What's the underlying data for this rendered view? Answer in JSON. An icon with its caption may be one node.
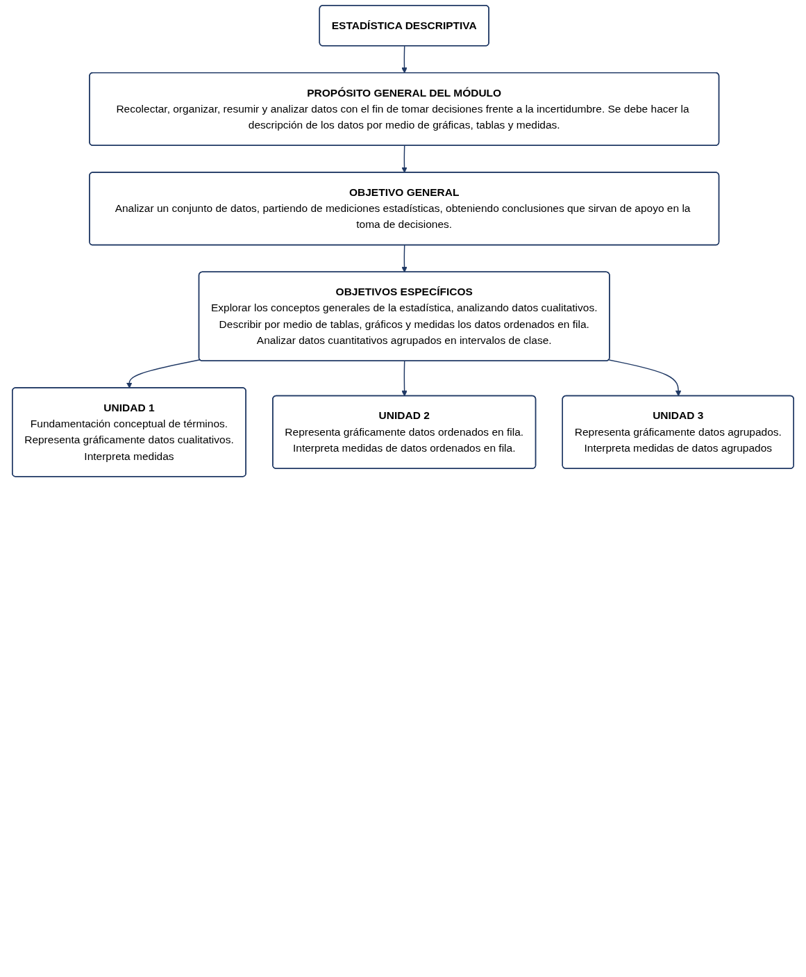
{
  "diagram": {
    "nodes": [
      {
        "text": [
          "ESTADÍSTICA DESCRIPTIVA"
        ]
      },
      {
        "text": [
          "PROPÓSITO GENERAL DEL MÓDULO",
          "Recolectar, organizar, resumir y analizar datos con el fin de tomar decisiones frente a la incertidumbre. Se debe hacer la descripción de los datos por medio de gráficas, tablas y medidas."
        ]
      },
      {
        "text": [
          "OBJETIVO GENERAL",
          "Analizar un conjunto de datos, partiendo de mediciones estadísticas, obteniendo conclusiones que sirvan de apoyo en la toma de decisiones."
        ]
      },
      {
        "text": [
          "OBJETIVOS ESPECÍFICOS",
          "Explorar los conceptos generales de la estadística, analizando datos cualitativos.",
          "Describir por medio de tablas, gráficos y medidas los datos ordenados en fila.",
          "Analizar datos cuantitativos agrupados en intervalos de clase."
        ]
      },
      {
        "text": [
          "UNIDAD 1",
          "Fundamentación conceptual de términos.",
          "Representa gráficamente datos cualitativos.",
          "Interpreta medidas"
        ]
      },
      {
        "text": [
          "UNIDAD 2",
          "Representa gráficamente datos ordenados en fila.",
          "Interpreta medidas de datos ordenados en fila."
        ]
      },
      {
        "text": [
          "UNIDAD 3",
          "Representa gráficamente datos agrupados.",
          "Interpreta medidas de datos agrupados"
        ]
      }
    ],
    "edges": [
      {
        "from": 0,
        "to": 1,
        "arrow": "to"
      },
      {
        "from": 1,
        "to": 2,
        "arrow": "to"
      },
      {
        "from": 2,
        "to": 3,
        "arrow": "to"
      },
      {
        "from": 3,
        "to": 4,
        "arrow": "to"
      },
      {
        "from": 3,
        "to": 5,
        "arrow": "to"
      },
      {
        "from": 3,
        "to": 6,
        "arrow": "to"
      }
    ]
  }
}
